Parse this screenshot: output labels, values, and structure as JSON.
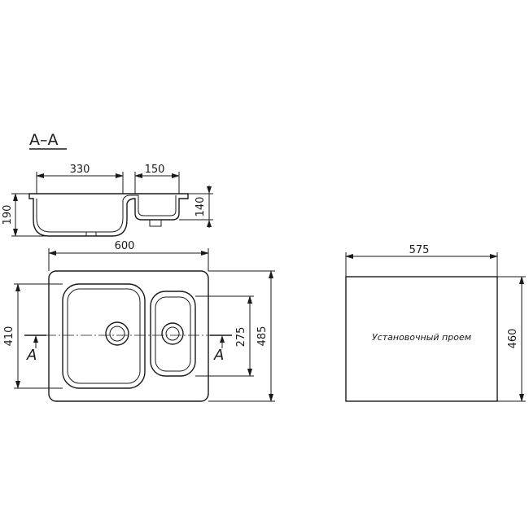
{
  "section": {
    "title": "A–A",
    "width_left": "330",
    "width_right": "150",
    "depth_left": "190",
    "depth_right": "140"
  },
  "plan": {
    "width": "600",
    "depth": "485",
    "bowl_left_depth": "410",
    "bowl_right_depth": "275",
    "cut_label_left": "A",
    "cut_label_right": "A"
  },
  "cutout": {
    "width": "575",
    "height": "460",
    "label": "Установочный проем"
  }
}
